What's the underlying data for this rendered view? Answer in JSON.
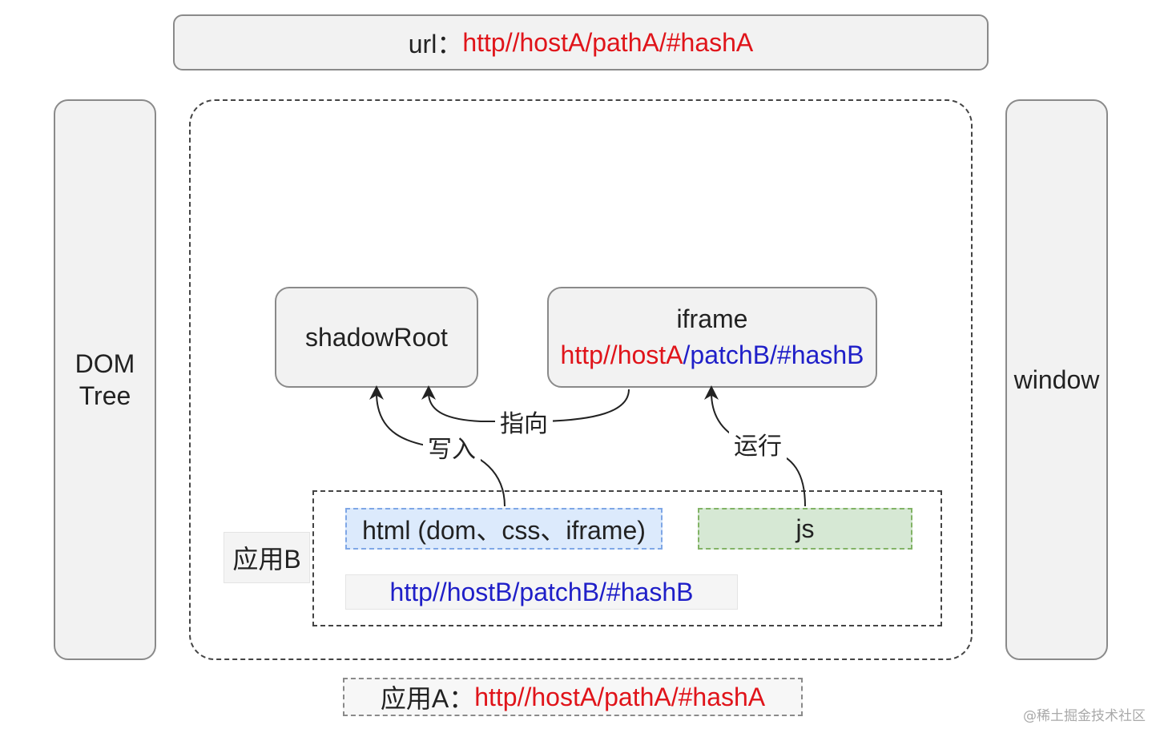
{
  "url_bar": {
    "prefix": "url：",
    "value": "http//hostA/pathA/#hashA"
  },
  "dom_tree": {
    "label_line1": "DOM",
    "label_line2": "Tree"
  },
  "window": {
    "label": "window"
  },
  "shadow_root": {
    "label": "shadowRoot"
  },
  "iframe": {
    "title": "iframe",
    "url_red": "http//hostA",
    "url_blue": "/patchB/#hashB"
  },
  "app_b": {
    "label": "应用B",
    "html": "html (dom、css、iframe)",
    "js": "js",
    "url": "http//hostB/patchB/#hashB"
  },
  "edges": {
    "write": "写入",
    "point_to": "指向",
    "run": "运行"
  },
  "app_a": {
    "prefix": "应用A：",
    "value": "http//hostA/pathA/#hashA"
  },
  "watermark": "@稀土掘金技术社区",
  "colors": {
    "red_text": "#e0141a",
    "blue_text": "#1f1fc8",
    "html_fill": "#dceafc",
    "js_fill": "#d6e8d4"
  }
}
